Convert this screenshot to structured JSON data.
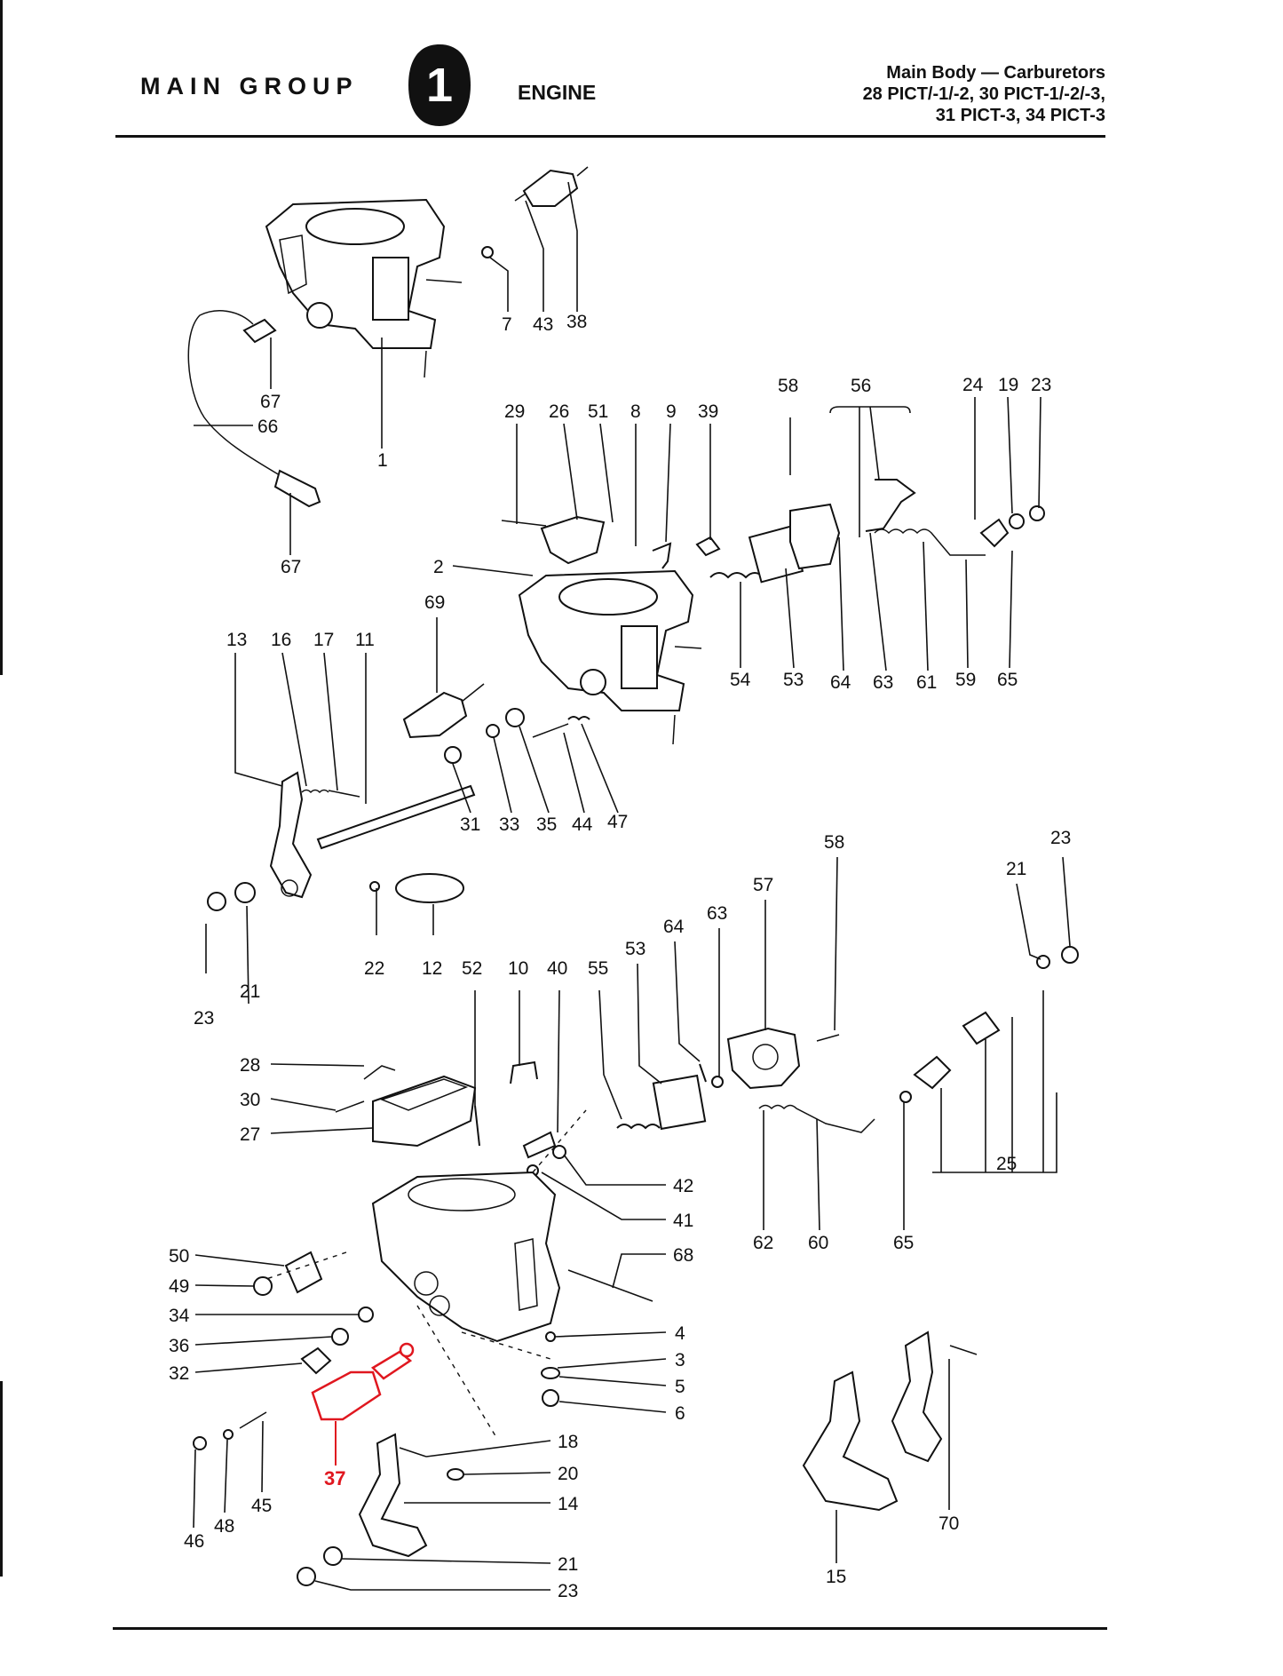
{
  "header": {
    "group_label": "MAIN GROUP",
    "group_number": "1",
    "section": "ENGINE",
    "title_lines": [
      "Main Body — Carburetors",
      "28 PICT/-1/-2, 30 PICT-1/-2/-3,",
      "31 PICT-3, 34 PICT-3"
    ]
  },
  "highlight_color": "#e0171f",
  "callouts": [
    {
      "n": "7"
    },
    {
      "n": "43"
    },
    {
      "n": "38"
    },
    {
      "n": "67"
    },
    {
      "n": "66"
    },
    {
      "n": "67"
    },
    {
      "n": "1"
    },
    {
      "n": "58"
    },
    {
      "n": "56"
    },
    {
      "n": "24"
    },
    {
      "n": "19"
    },
    {
      "n": "23"
    },
    {
      "n": "29"
    },
    {
      "n": "26"
    },
    {
      "n": "51"
    },
    {
      "n": "8"
    },
    {
      "n": "9"
    },
    {
      "n": "39"
    },
    {
      "n": "2"
    },
    {
      "n": "69"
    },
    {
      "n": "54"
    },
    {
      "n": "53"
    },
    {
      "n": "64"
    },
    {
      "n": "63"
    },
    {
      "n": "61"
    },
    {
      "n": "59"
    },
    {
      "n": "65"
    },
    {
      "n": "13"
    },
    {
      "n": "16"
    },
    {
      "n": "17"
    },
    {
      "n": "11"
    },
    {
      "n": "31"
    },
    {
      "n": "33"
    },
    {
      "n": "35"
    },
    {
      "n": "44"
    },
    {
      "n": "47"
    },
    {
      "n": "58"
    },
    {
      "n": "23"
    },
    {
      "n": "21"
    },
    {
      "n": "57"
    },
    {
      "n": "63"
    },
    {
      "n": "64"
    },
    {
      "n": "53"
    },
    {
      "n": "22"
    },
    {
      "n": "12"
    },
    {
      "n": "52"
    },
    {
      "n": "10"
    },
    {
      "n": "40"
    },
    {
      "n": "55"
    },
    {
      "n": "23"
    },
    {
      "n": "21"
    },
    {
      "n": "28"
    },
    {
      "n": "30"
    },
    {
      "n": "27"
    },
    {
      "n": "42"
    },
    {
      "n": "41"
    },
    {
      "n": "68"
    },
    {
      "n": "62"
    },
    {
      "n": "60"
    },
    {
      "n": "65"
    },
    {
      "n": "25"
    },
    {
      "n": "50"
    },
    {
      "n": "49"
    },
    {
      "n": "34"
    },
    {
      "n": "36"
    },
    {
      "n": "32"
    },
    {
      "n": "4"
    },
    {
      "n": "3"
    },
    {
      "n": "5"
    },
    {
      "n": "6"
    },
    {
      "n": "37",
      "highlighted": true
    },
    {
      "n": "18"
    },
    {
      "n": "20"
    },
    {
      "n": "14"
    },
    {
      "n": "21"
    },
    {
      "n": "23"
    },
    {
      "n": "46"
    },
    {
      "n": "48"
    },
    {
      "n": "45"
    },
    {
      "n": "70"
    },
    {
      "n": "15"
    }
  ]
}
